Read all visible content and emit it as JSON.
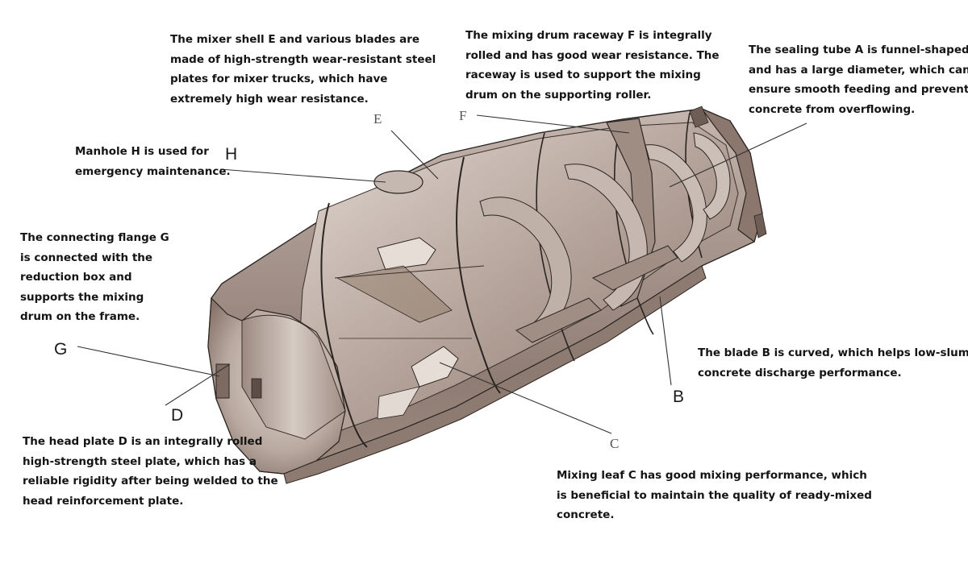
{
  "annotations": {
    "E": "The mixer shell E and various blades are\nmade of high-strength wear-resistant steel\nplates for mixer trucks, which have\nextremely high wear resistance.",
    "F": "The mixing drum raceway F is integrally\nrolled and has good wear resistance. The\nraceway is used to support the mixing\ndrum on the supporting roller.",
    "A": "The sealing tube A is funnel-shaped\nand has a large diameter, which can\nensure smooth feeding and prevent\nconcrete from overflowing.",
    "H": "Manhole H is used for\nemergency maintenance.",
    "G": "The connecting flange G\nis connected with the\nreduction box and\nsupports the mixing\ndrum on the frame.",
    "B": "The blade B is curved, which helps low-slump\nconcrete discharge performance.",
    "D": "The head plate D is an integrally rolled\nhigh-strength steel plate, which has a\nreliable rigidity after being welded to the\nhead reinforcement plate.",
    "C": "Mixing leaf C has good mixing performance, which\nis beneficial to maintain the quality of ready-mixed\nconcrete."
  },
  "letters": {
    "E": "E",
    "F": "F",
    "H": "H",
    "G": "G",
    "D": "D",
    "B": "B",
    "C": "C"
  },
  "colors": {
    "shell": "#a39086",
    "shell_dark": "#6e5d55",
    "shell_light": "#d8ccc5",
    "edge": "#2b2522",
    "leader": "#333333"
  }
}
